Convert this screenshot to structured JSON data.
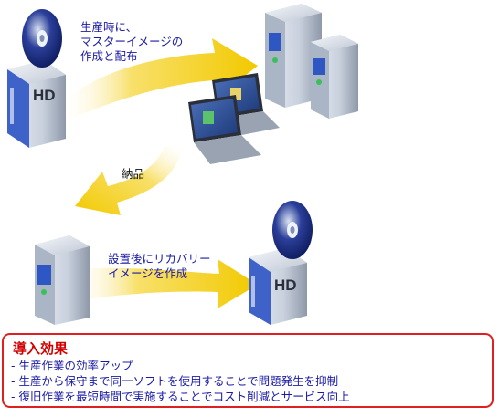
{
  "labels": {
    "step1_line1": "生産時に、",
    "step1_line2": "マスターイメージの",
    "step1_line3": "作成と配布",
    "step2": "納品",
    "step3_line1": "設置後にリカバリー",
    "step3_line2": "イメージを作成"
  },
  "icons": {
    "disc": "disc-icon",
    "hd": "hd-drive-icon",
    "server": "server-tower-icon",
    "laptop": "laptop-icon",
    "arrow": "curved-arrow-icon"
  },
  "hd_text": "HD",
  "effects": {
    "title": "導入効果",
    "items": [
      "- 生産作業の効率アップ",
      "- 生産から保守まで同一ソフトを使用することで問題発生を抑制",
      "- 復旧作業を最短時間で実施することでコスト削減とサービス向上"
    ]
  },
  "colors": {
    "arrow": "#f5d20a",
    "text_blue": "#1a1aa6",
    "accent_red": "#d40000",
    "box_border": "#e02020"
  }
}
